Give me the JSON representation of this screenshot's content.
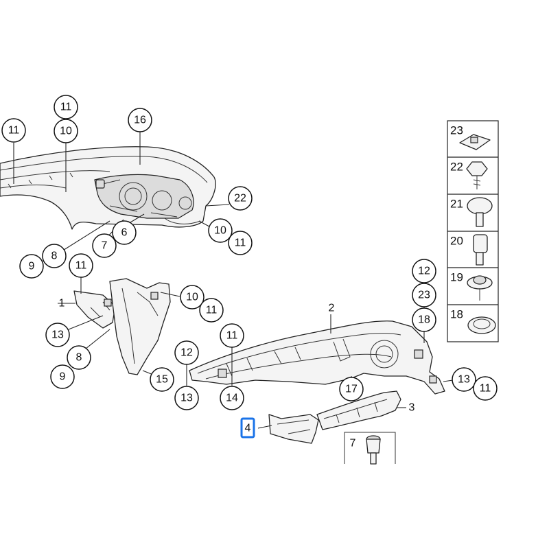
{
  "callouts": [
    {
      "id": "c11a",
      "label": "11"
    },
    {
      "id": "c11b",
      "label": "11"
    },
    {
      "id": "c10a",
      "label": "10"
    },
    {
      "id": "c16",
      "label": "16"
    },
    {
      "id": "c22",
      "label": "22"
    },
    {
      "id": "c10b",
      "label": "10"
    },
    {
      "id": "c11c",
      "label": "11"
    },
    {
      "id": "c6",
      "label": "6"
    },
    {
      "id": "c7",
      "label": "7"
    },
    {
      "id": "c8a",
      "label": "8"
    },
    {
      "id": "c9a",
      "label": "9"
    },
    {
      "id": "c11d",
      "label": "11"
    },
    {
      "id": "c10c",
      "label": "10"
    },
    {
      "id": "c11e",
      "label": "11"
    },
    {
      "id": "c13a",
      "label": "13"
    },
    {
      "id": "c8b",
      "label": "8"
    },
    {
      "id": "c9b",
      "label": "9"
    },
    {
      "id": "c15",
      "label": "15"
    },
    {
      "id": "c12a",
      "label": "12"
    },
    {
      "id": "c13b",
      "label": "13"
    },
    {
      "id": "c11f",
      "label": "11"
    },
    {
      "id": "c14",
      "label": "14"
    },
    {
      "id": "c17",
      "label": "17"
    },
    {
      "id": "c12b",
      "label": "12"
    },
    {
      "id": "c23",
      "label": "23"
    },
    {
      "id": "c18",
      "label": "18"
    },
    {
      "id": "c13c",
      "label": "13"
    },
    {
      "id": "c11g",
      "label": "11"
    }
  ],
  "plain_labels": [
    {
      "id": "p1",
      "label": "1"
    },
    {
      "id": "p2",
      "label": "2"
    },
    {
      "id": "p3",
      "label": "3"
    },
    {
      "id": "p4",
      "label": "4"
    }
  ],
  "legend": [
    {
      "id": "l23",
      "label": "23",
      "icon": "clip-nut-icon"
    },
    {
      "id": "l22",
      "label": "22",
      "icon": "hex-screw-icon"
    },
    {
      "id": "l21",
      "label": "21",
      "icon": "collar-screw-icon"
    },
    {
      "id": "l20",
      "label": "20",
      "icon": "spacer-bolt-icon"
    },
    {
      "id": "l19",
      "label": "19",
      "icon": "washer-screw-icon"
    },
    {
      "id": "l18",
      "label": "18",
      "icon": "grommet-icon"
    }
  ],
  "inset": {
    "label": "7",
    "icon": "push-rivet-icon"
  },
  "highlight": {
    "target": "4",
    "color": "#1a73e8"
  }
}
